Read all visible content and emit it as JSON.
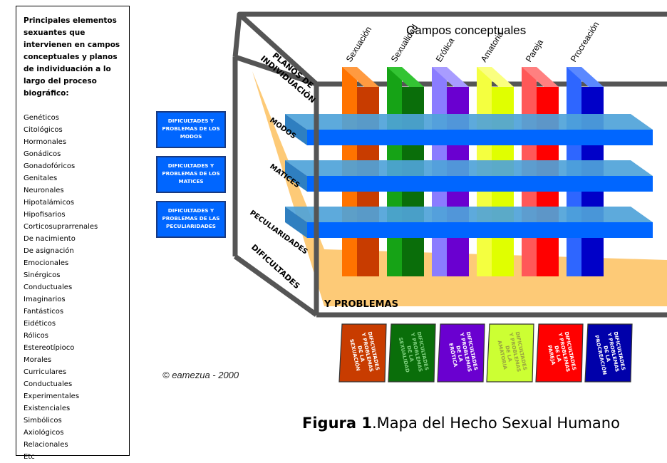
{
  "sidebar": {
    "title": "Principales elementos sexuantes que intervienen en campos conceptuales y planos de individuación a lo largo del proceso biográfico:",
    "factors": [
      "Genéticos",
      "Citológicos",
      "Hormonales",
      "Gonádicos",
      "Gonadofóricos",
      "Genitales",
      "Neuronales",
      "Hipotalámicos",
      "Hipofisarios",
      "Corticosuprarrenales",
      "De nacimiento",
      "De asignación",
      "Emocionales",
      "Sinérgicos",
      "Conductuales",
      "Imaginarios",
      "Fantásticos",
      "Eidéticos",
      "Rólicos",
      "Estereotípioco",
      "Morales",
      "Curriculares",
      "Conductuales",
      "Experimentales",
      "Existenciales",
      "Simbólicos",
      "Axiológicos",
      "Relacionales",
      "Etc"
    ]
  },
  "diagram": {
    "campos_title": "Campos conceptuales",
    "planos_label": [
      "PLANOS DE",
      "INDIVIDUACIÓN"
    ],
    "fields": [
      {
        "name": "Sexuación",
        "front": "#c83c00",
        "side": "#ff7300",
        "top": "#ff9a40",
        "box": [
          "DIFICULTADES",
          "Y PROBLEMAS",
          "DE LA",
          "SEXUACIÓN"
        ],
        "box_color": "#c83c00",
        "box_text": "#ffffff"
      },
      {
        "name": "Sexualidad",
        "front": "#0a6e0a",
        "side": "#16a316",
        "top": "#33c433",
        "box": [
          "DIFICULTADES",
          "Y PROBLEMAS",
          "DE LA",
          "SEXUALIDAD"
        ],
        "box_color": "#0a6e0a",
        "box_text": "#7fd07f"
      },
      {
        "name": "Erótica",
        "front": "#6a00d0",
        "side": "#8a7cff",
        "top": "#a89cff",
        "box": [
          "DIFICULTADES",
          "Y PROBLEMAS",
          "DE LA",
          "ERÓTICA"
        ],
        "box_color": "#6a00d0",
        "box_text": "#ffffff"
      },
      {
        "name": "Amatoria",
        "front": "#e0ff00",
        "side": "#f4ff40",
        "top": "#faff80",
        "box": [
          "DIFICULTADES",
          "Y PROBLEMAS",
          "DE LA",
          "AMATORIA"
        ],
        "box_color": "#ccff33",
        "box_text": "#99a340"
      },
      {
        "name": "Pareja",
        "front": "#ff0000",
        "side": "#ff5858",
        "top": "#ff8080",
        "box": [
          "DIFICULTADES",
          "Y PROBLEMAS",
          "DE LA",
          "PAREJA"
        ],
        "box_color": "#ff0000",
        "box_text": "#ffffff"
      },
      {
        "name": "Procreación",
        "front": "#0000c8",
        "side": "#2e66ff",
        "top": "#5a88ff",
        "box": [
          "DIFICULTADES",
          "Y PROBLEMAS",
          "DE LA",
          "PROCREACIÓN"
        ],
        "box_color": "#0000aa",
        "box_text": "#ffffff"
      }
    ],
    "planes": [
      {
        "label": "MODOS",
        "box": [
          "DIFICULTADES Y",
          "PROBLEMAS DE LOS",
          "MODOS"
        ]
      },
      {
        "label": "MATICES",
        "box": [
          "DIFICULTADES Y",
          "PROBLEMAS DE LOS",
          "MATICES"
        ]
      },
      {
        "label": "PECULIARIDADES",
        "box": [
          "DIFICULTADES Y",
          "PROBLEMAS DE LAS",
          "PECULIARIDADES"
        ]
      }
    ],
    "floor_label_left": "DIFICULTADES",
    "floor_label_right": "Y PROBLEMAS",
    "colors": {
      "frame": "#555555",
      "plane_front": "#0066ff",
      "plane_top": "#4fa3d9",
      "floor": "#fdca77",
      "left_box": "#0066ff"
    }
  },
  "copyright": "© eamezua - 2000",
  "caption": {
    "bold": "Figura 1",
    "rest": ".Mapa del Hecho Sexual Humano"
  }
}
